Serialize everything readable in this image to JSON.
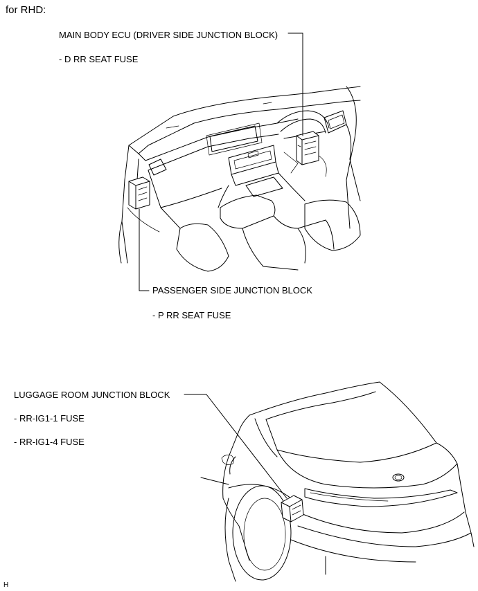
{
  "heading": "for RHD:",
  "dashboard_callouts": {
    "main_body_ecu": {
      "title": "MAIN BODY ECU (DRIVER SIDE JUNCTION BLOCK)",
      "fuse": "- D RR SEAT FUSE"
    },
    "passenger_jb": {
      "title": "PASSENGER SIDE JUNCTION BLOCK",
      "fuse": "- P RR SEAT FUSE"
    }
  },
  "rear_callouts": {
    "luggage_jb": {
      "title": "LUGGAGE ROOM JUNCTION BLOCK",
      "fuses": [
        "- RR-IG1-1 FUSE",
        "- RR-IG1-4 FUSE"
      ]
    }
  },
  "footer_code": "H"
}
